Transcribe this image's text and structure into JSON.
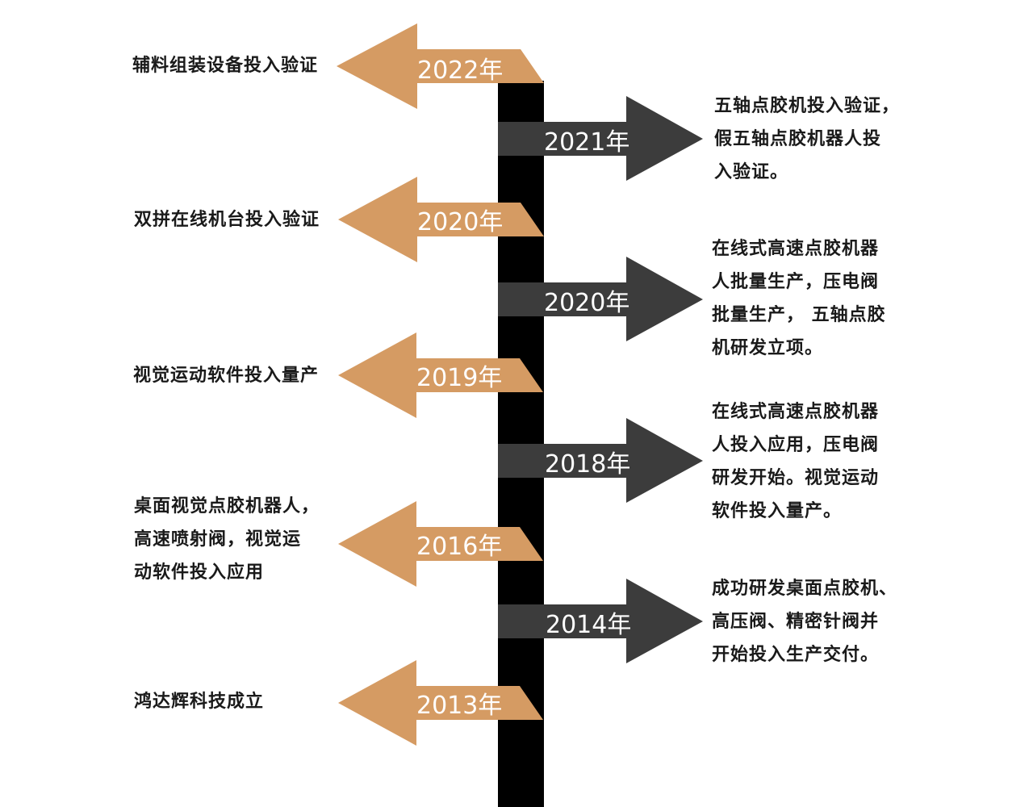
{
  "colors": {
    "spine": "#000000",
    "left_arrow": "#d59b63",
    "right_arrow": "#3c3c3c",
    "year_text": "#ffffff",
    "desc_text": "#1a1a1a"
  },
  "left_events": [
    {
      "year": "2022年",
      "text": "辅料组装设备投入验证"
    },
    {
      "year": "2020年",
      "text": "双拼在线机台投入验证"
    },
    {
      "year": "2019年",
      "text": "视觉运动软件投入量产"
    },
    {
      "year": "2016年",
      "text": "桌面视觉点胶机器人，\n高速喷射阀，视觉运\n动软件投入应用"
    },
    {
      "year": "2013年",
      "text": "鸿达辉科技成立"
    }
  ],
  "right_events": [
    {
      "year": "2021年",
      "text": "五轴点胶机投入验证，\n假五轴点胶机器人投\n入验证。"
    },
    {
      "year": "2020年",
      "text": "在线式高速点胶机器\n人批量生产，压电阀\n批量生产， 五轴点胶\n机研发立项。"
    },
    {
      "year": "2018年",
      "text": "在线式高速点胶机器\n人投入应用，压电阀\n研发开始。视觉运动\n软件投入量产。"
    },
    {
      "year": "2014年",
      "text": "成功研发桌面点胶机、\n高压阀、精密针阀并\n开始投入生产交付。"
    }
  ]
}
